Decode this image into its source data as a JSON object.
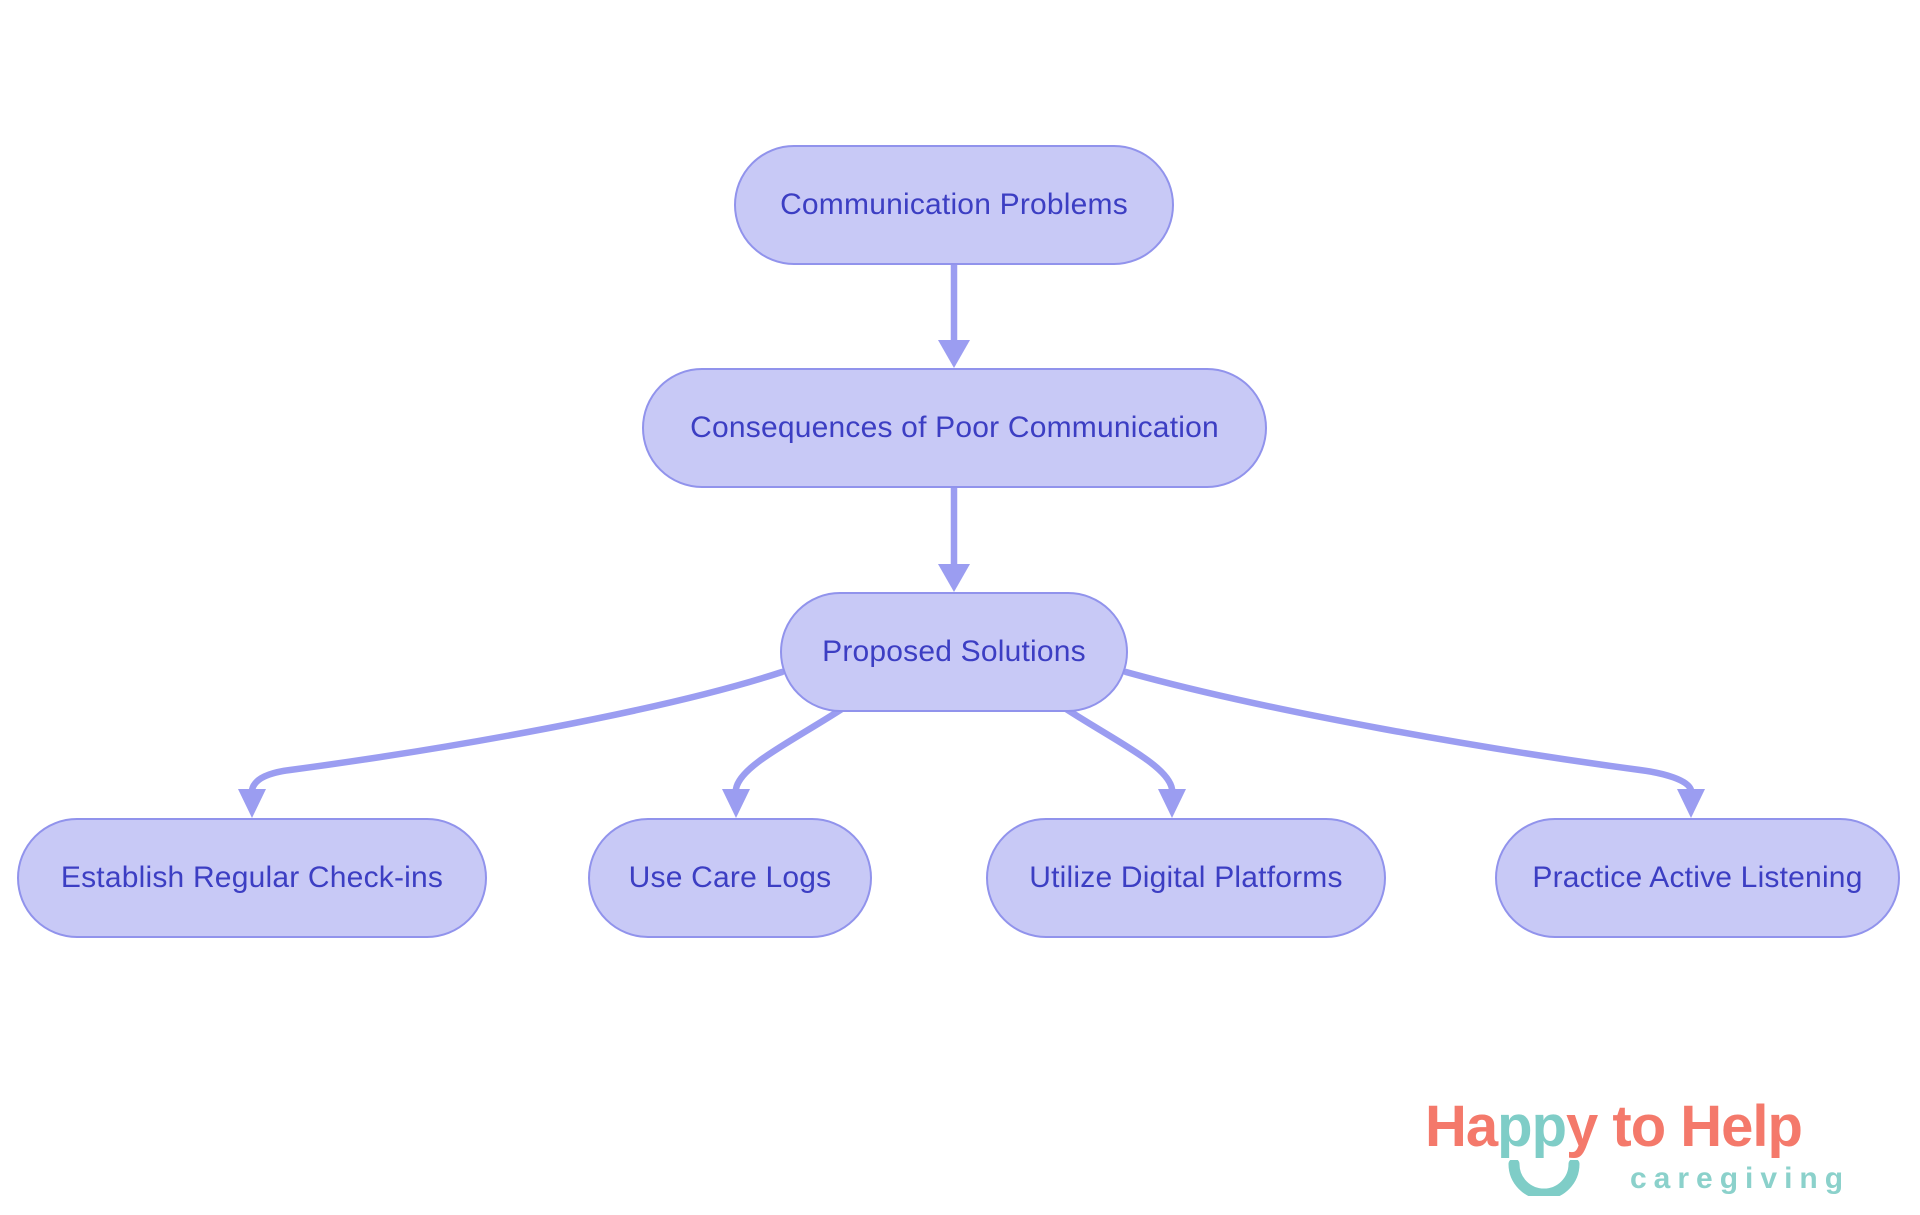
{
  "diagram": {
    "type": "flowchart",
    "nodes": [
      {
        "id": "communication-problems",
        "label": "Communication Problems"
      },
      {
        "id": "consequences",
        "label": "Consequences of Poor Communication"
      },
      {
        "id": "proposed-solutions",
        "label": "Proposed Solutions"
      },
      {
        "id": "establish-checkins",
        "label": "Establish Regular Check-ins"
      },
      {
        "id": "use-care-logs",
        "label": "Use Care Logs"
      },
      {
        "id": "digital-platforms",
        "label": "Utilize Digital Platforms"
      },
      {
        "id": "active-listening",
        "label": "Practice Active Listening"
      }
    ],
    "edges": [
      {
        "from": "Communication Problems",
        "to": "Consequences of Poor Communication"
      },
      {
        "from": "Consequences of Poor Communication",
        "to": "Proposed Solutions"
      },
      {
        "from": "Proposed Solutions",
        "to": "Establish Regular Check-ins"
      },
      {
        "from": "Proposed Solutions",
        "to": "Use Care Logs"
      },
      {
        "from": "Proposed Solutions",
        "to": "Utilize Digital Platforms"
      },
      {
        "from": "Proposed Solutions",
        "to": "Practice Active Listening"
      }
    ],
    "colors": {
      "node_fill": "#c8c9f6",
      "node_border": "#9193ec",
      "node_text": "#3c3ec3",
      "arrow": "#9b9df1"
    }
  },
  "logo": {
    "title_part_ha": "Ha",
    "title_part_pp": "pp",
    "title_part_y": "y",
    "title_part_rest": " to Help",
    "tagline": "caregiving",
    "colors": {
      "coral": "#f4796b",
      "teal": "#7fcdc7",
      "tagline_teal": "#8bd1cb"
    }
  }
}
